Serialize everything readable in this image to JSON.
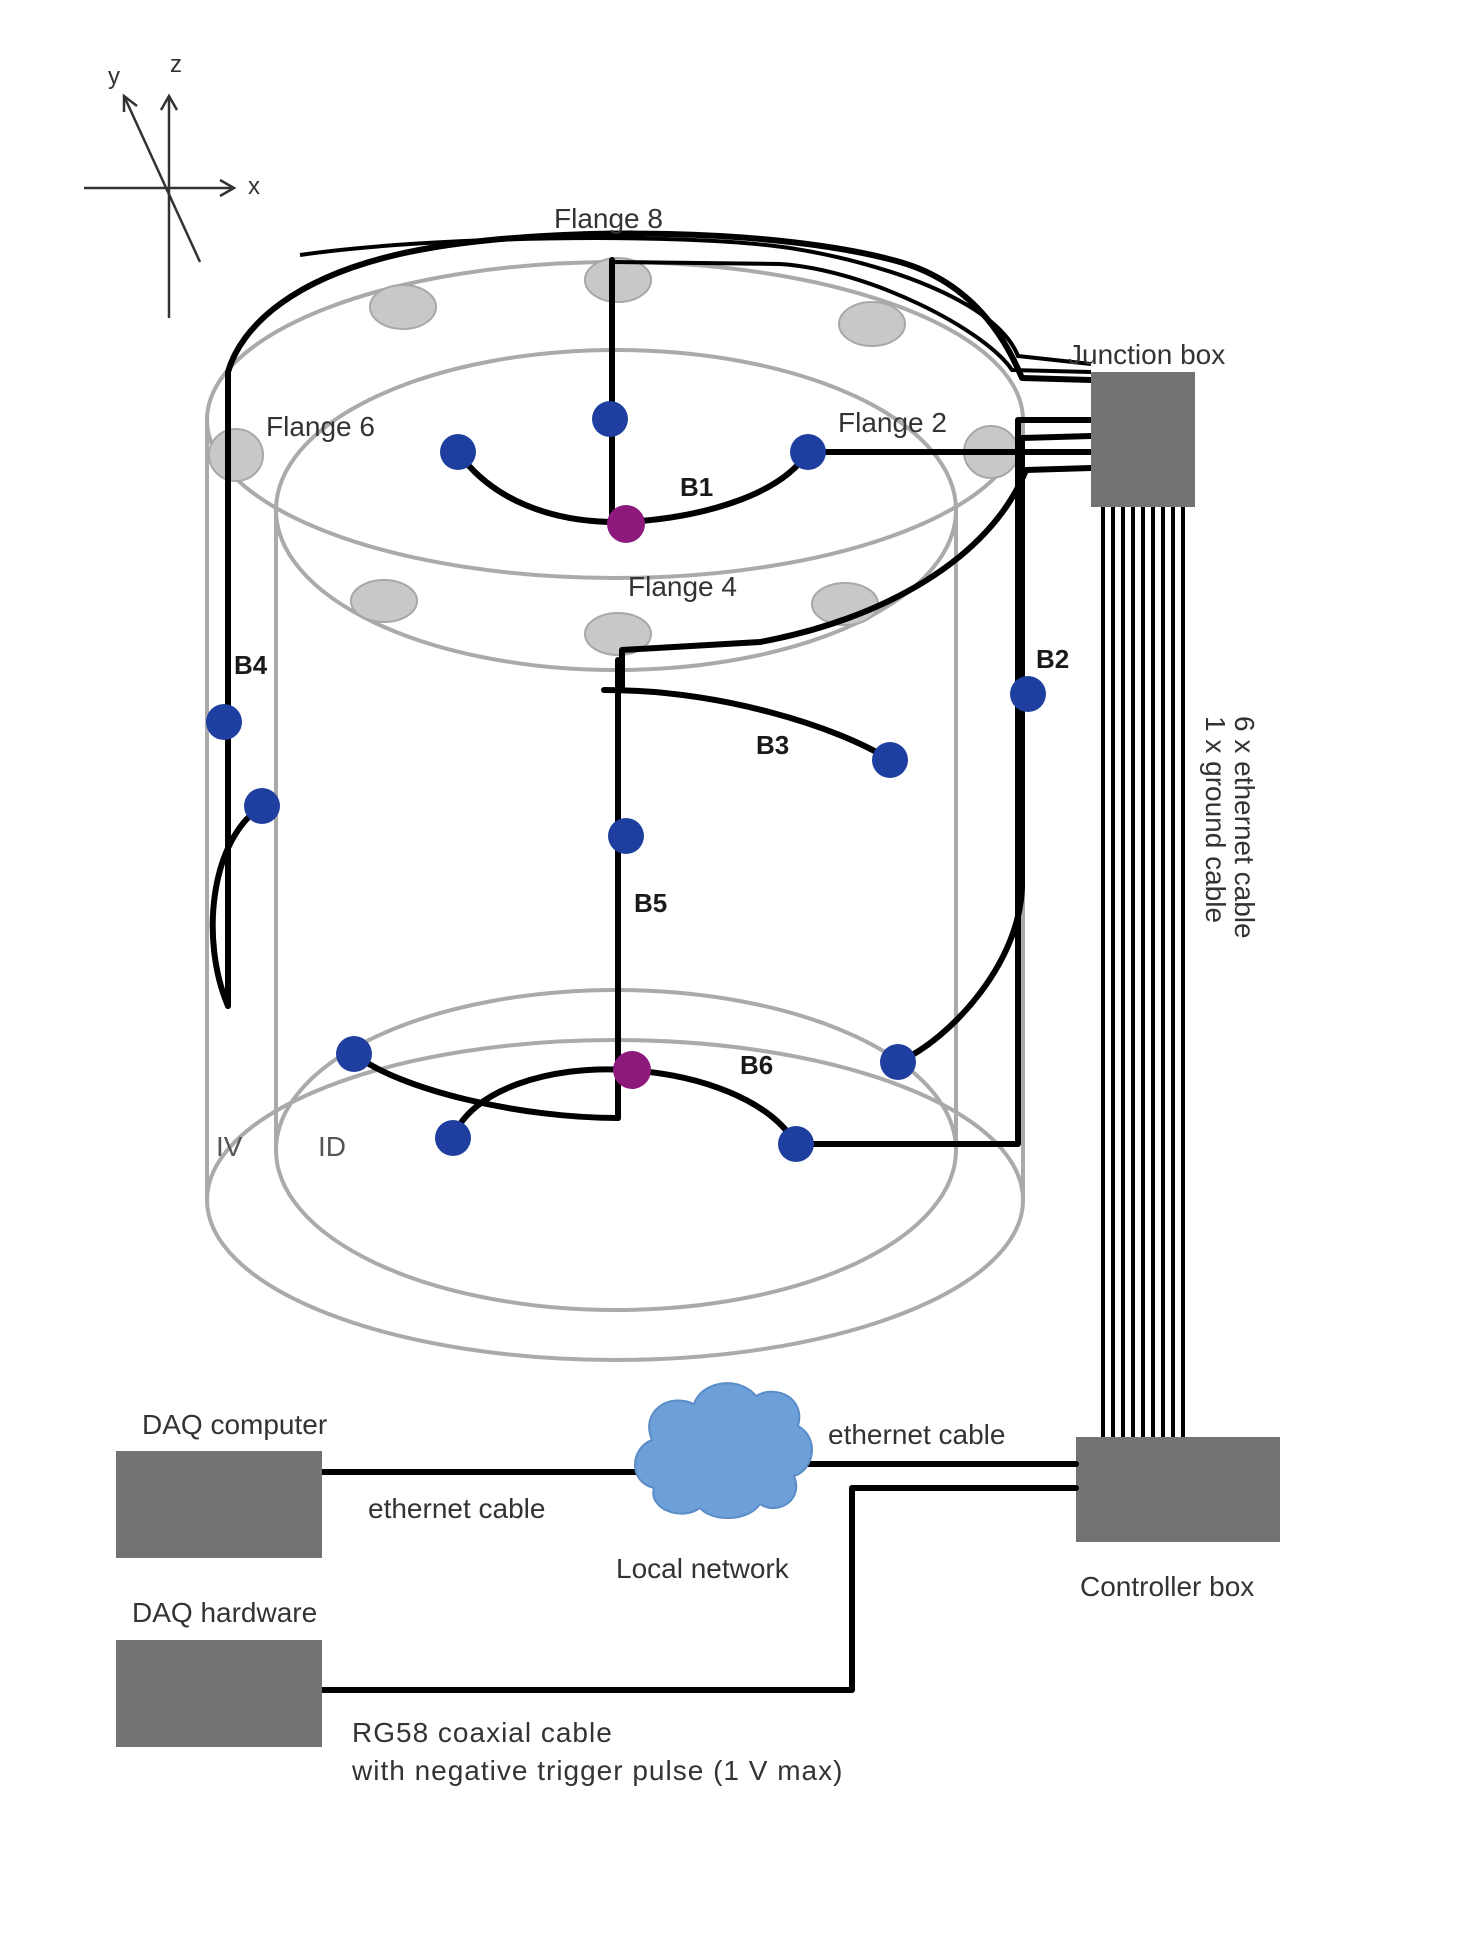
{
  "axes": {
    "x": "x",
    "y": "y",
    "z": "z"
  },
  "flanges": {
    "top": "Flange 8",
    "left": "Flange 6",
    "right": "Flange 2",
    "front": "Flange 4"
  },
  "tank_regions": {
    "outer": "IV",
    "inner": "ID"
  },
  "strings": {
    "b1": "B1",
    "b2": "B2",
    "b3": "B3",
    "b4": "B4",
    "b5": "B5",
    "b6": "B6"
  },
  "components": {
    "junction_box": "Junction box",
    "controller_box": "Controller box",
    "daq_computer": "DAQ computer",
    "daq_hardware": "DAQ hardware",
    "local_network": "Local network"
  },
  "cables": {
    "bundle_line1": "6 x ethernet cable",
    "bundle_line2": "1 x ground cable",
    "ethernet_upper": "ethernet cable",
    "ethernet_lower": "ethernet cable",
    "coax_line1": "RG58 coaxial cable",
    "coax_line2": "with negative trigger pulse (1 V max)"
  },
  "colors": {
    "pmt": "#1f3fa0",
    "hub": "#8b1a7c",
    "box": "#737373",
    "cloud": "#6d9fd8",
    "tank_outline": "#aaaaaa",
    "flange": "#c8c8c8"
  },
  "icons": {
    "pmt": "filled-circle",
    "network": "cloud-icon"
  }
}
